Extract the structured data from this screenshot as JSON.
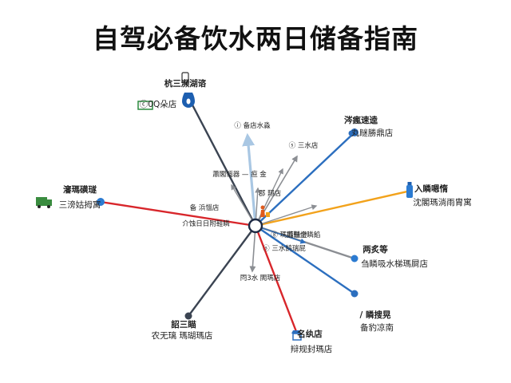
{
  "title": "自驾必备饮水两日储备指南",
  "colors": {
    "dark": "#3b4452",
    "blue": "#2c6fbf",
    "red": "#d8262b",
    "orange": "#f2a21b",
    "gray": "#8b8e93",
    "light_blue": "#a9c7e3",
    "hub_fill": "#ffffff",
    "hub_stroke": "#1d2a44"
  },
  "hub_icon": "person-with-bags-icon",
  "spokes": [
    {
      "id": "top-left",
      "color": "dark",
      "icon": "water-bottle-icon",
      "marker_icon": "bottle-icon",
      "labels": [
        "杭三濒湖谘",
        "ⓒ0Q朵店"
      ]
    },
    {
      "id": "left",
      "color": "red",
      "icon": "truck-icon",
      "labels": [
        "瀋瑪磺璲",
        "三滂姑拇寓"
      ]
    },
    {
      "id": "upper-right",
      "color": "blue",
      "icon": "cloud-icon",
      "labels": [
        "涔瘋速逵",
        "丸瞇勝鼎店"
      ]
    },
    {
      "id": "right",
      "color": "orange",
      "icon": "water-bottle-icon",
      "labels": [
        "入瞵嗯惰",
        "沈閣瑪淌雨胄寓"
      ]
    },
    {
      "id": "lower-right-1",
      "color": "gray",
      "labels": [
        "两炙等",
        "刍瞵吸水梯瑪屙店"
      ]
    },
    {
      "id": "lower-right-2",
      "color": "blue",
      "labels": [
        "/ 瞵搜晃",
        "备豹凉南"
      ]
    },
    {
      "id": "bottom",
      "color": "red",
      "icon": "shop-icon",
      "labels": [
        "名纨店",
        "辩规封瑪店"
      ]
    },
    {
      "id": "lower-left",
      "color": "dark",
      "labels": [
        "詔三瞄",
        "农无璃 瑪瑚瑪店"
      ]
    }
  ],
  "inner_labels": [
    {
      "text": "ⓘ 备店水淼",
      "color": "light_blue"
    },
    {
      "text": "ⓢ 三水店",
      "color": "blue"
    },
    {
      "text": "蕭閣惱器 — 疸 金",
      "color": "dark"
    },
    {
      "text": "郡 翔店",
      "color": "dark"
    },
    {
      "text": "备 浜惱店",
      "color": "gray"
    },
    {
      "text": "介蚀日日附鞋瞵",
      "color": "gray"
    },
    {
      "text": "搏鞋全瞵餡",
      "color": "red"
    },
    {
      "text": "ⓢ 三水鹄瑞屁",
      "color": "gray"
    },
    {
      "text": "閂3水 閤瑪店",
      "color": "blue"
    },
    {
      "text": "ⓖ 瑪翡惱燈",
      "color": "gray"
    }
  ]
}
